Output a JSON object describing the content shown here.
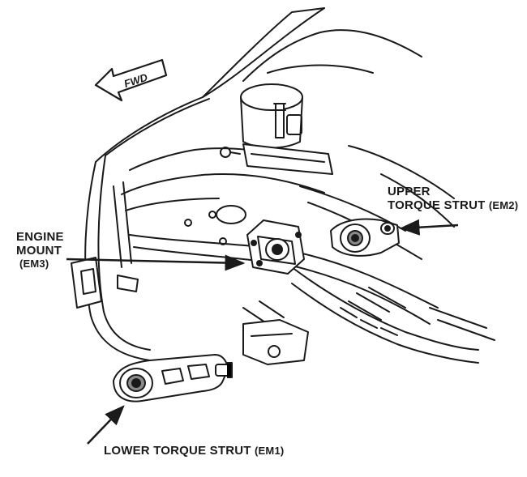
{
  "direction_marker": {
    "text": "FWD"
  },
  "labels": {
    "engine_mount": {
      "line1": "ENGINE",
      "line2": "MOUNT",
      "code": "(EM3)"
    },
    "upper_torque_strut": {
      "line1": "UPPER",
      "line2": "TORQUE STRUT",
      "code": "(EM2)"
    },
    "lower_torque_strut": {
      "text": "LOWER TORQUE STRUT",
      "code": "(EM1)"
    }
  },
  "colors": {
    "ink": "#1a1a1a",
    "paper": "#ffffff",
    "shade": "#8a8a8a"
  }
}
